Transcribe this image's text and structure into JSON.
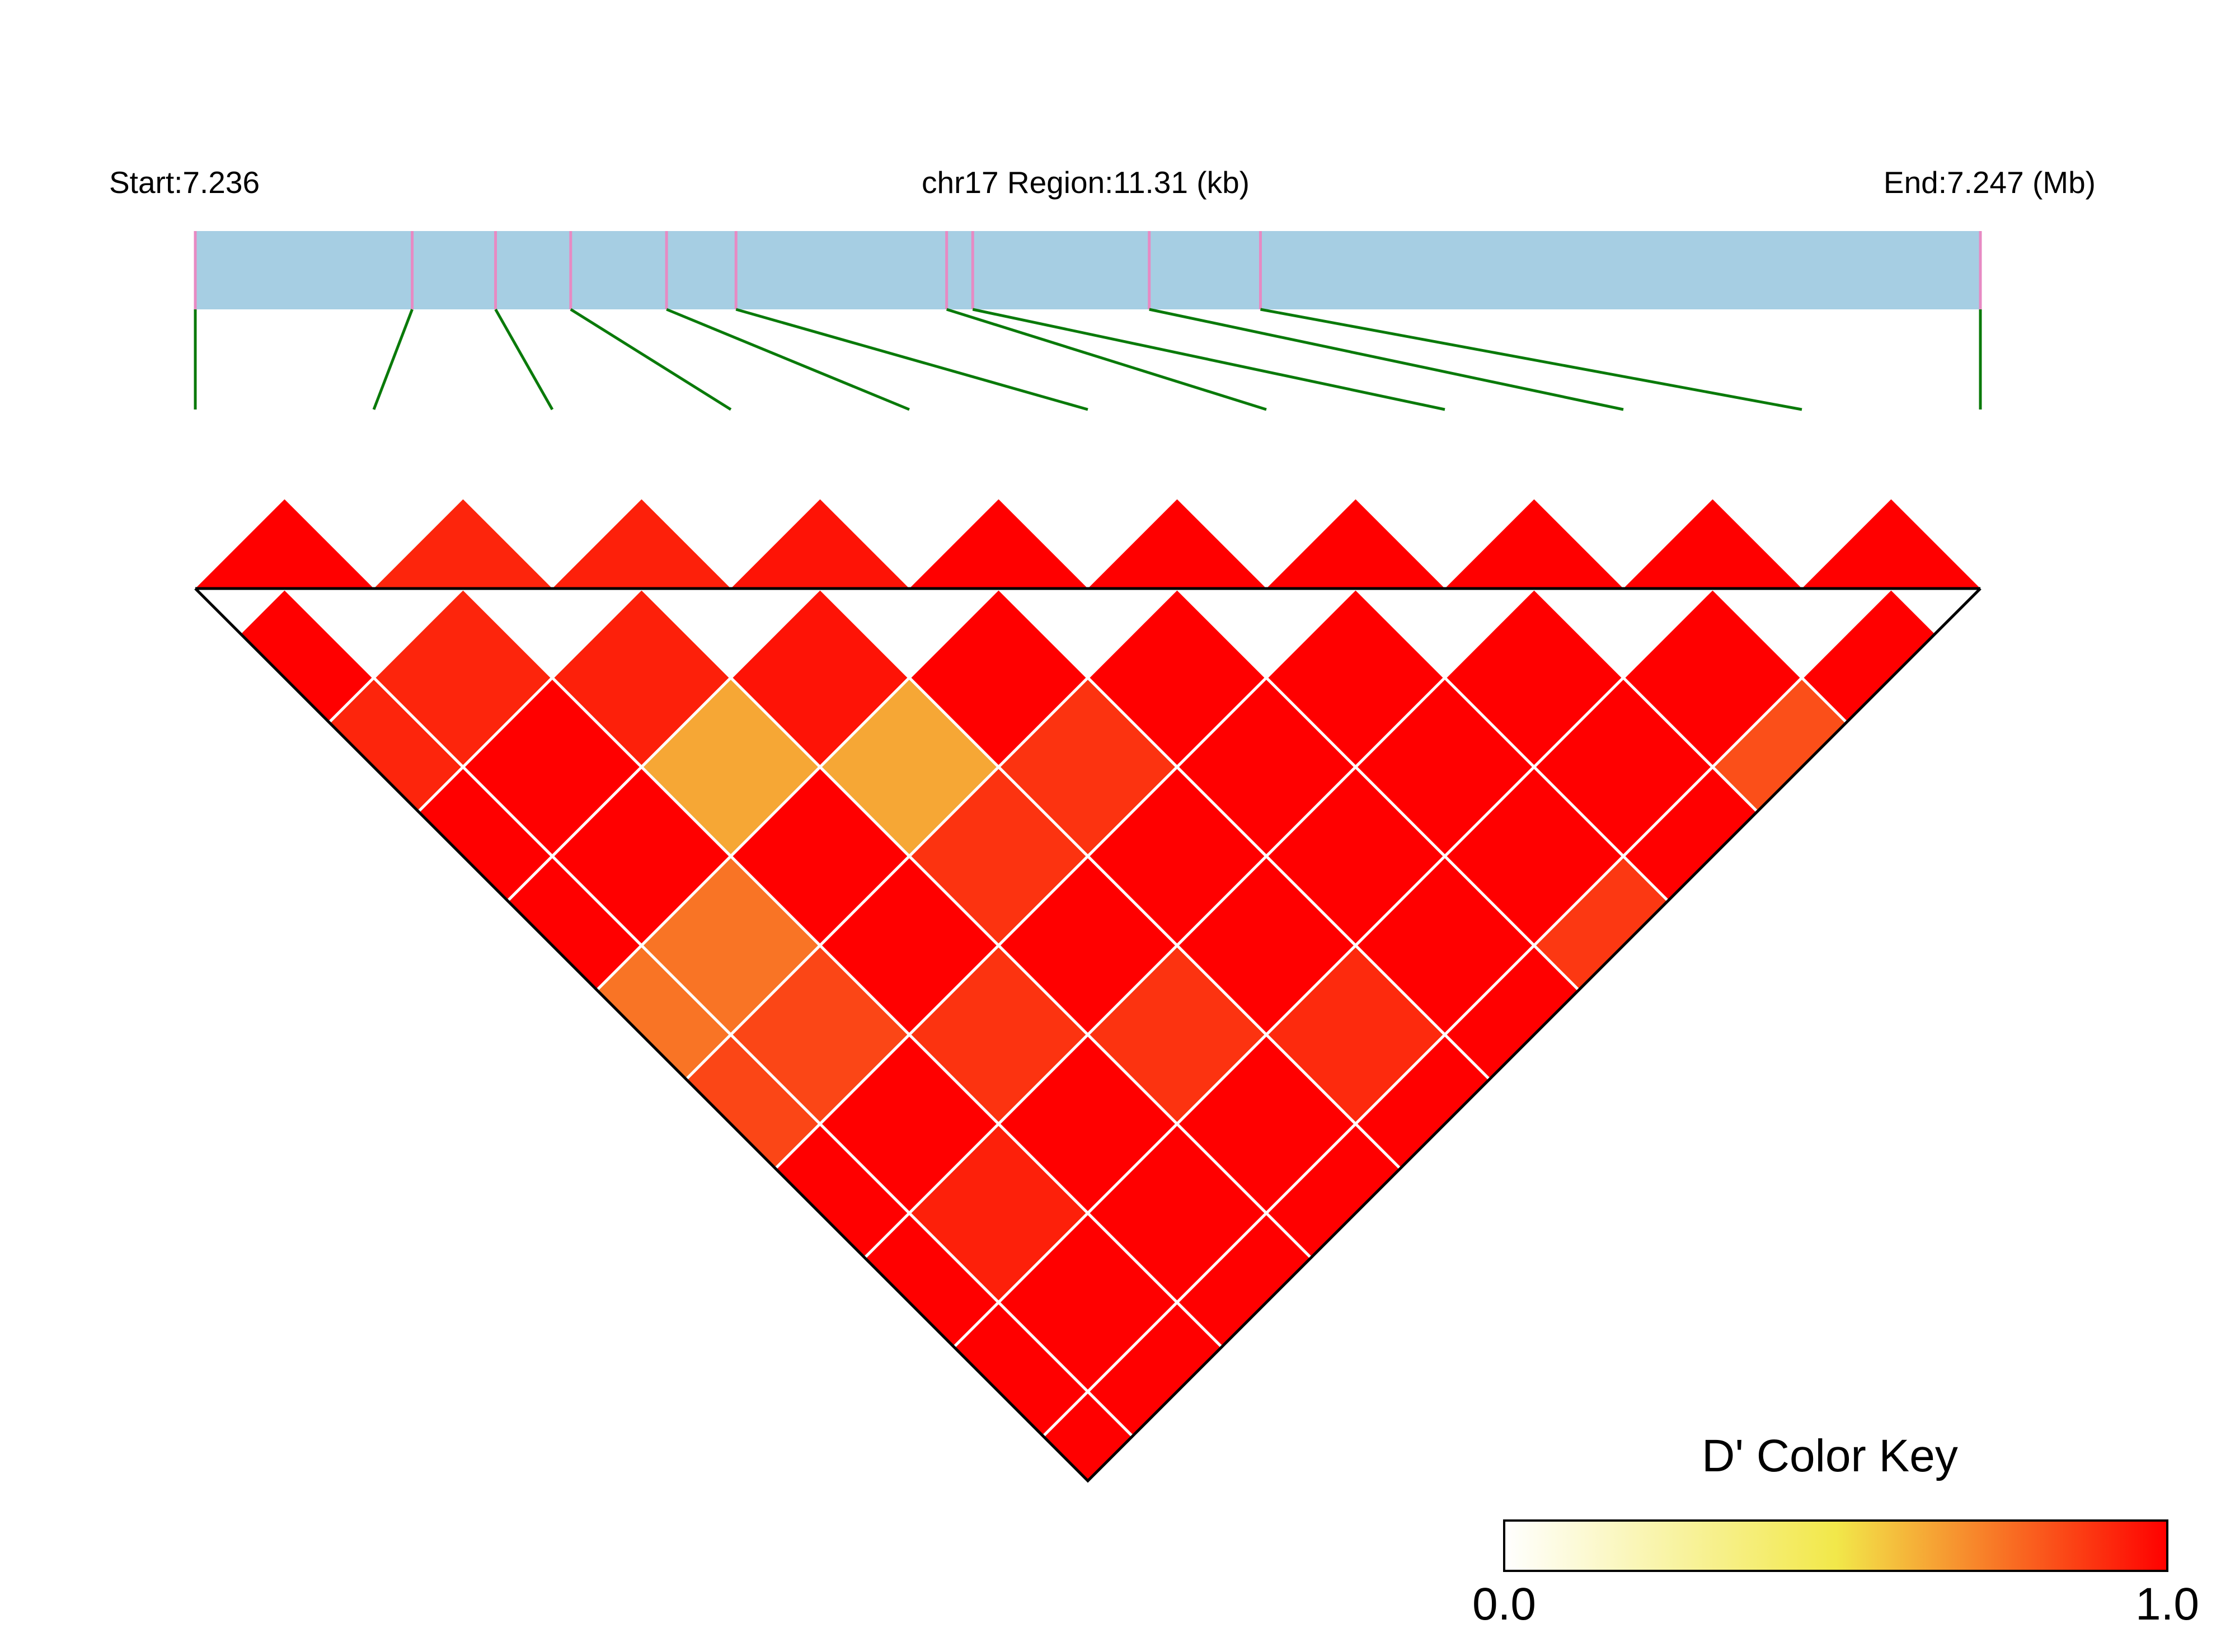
{
  "header": {
    "start_label": "Start:7.236",
    "region_label": "chr17 Region:11.31 (kb)",
    "end_label": "End:7.247 (Mb)"
  },
  "colors": {
    "region_bar": "#a6cee3",
    "snp_tick": "#e78ac3",
    "connector": "#0a7a0a",
    "cell_border": "#ffffff",
    "outline": "#000000"
  },
  "color_key": {
    "title": "D' Color Key",
    "min_label": "0.0",
    "max_label": "1.0",
    "range": [
      0.0,
      1.0
    ],
    "stops": [
      "#ffffff",
      "#f2e84a",
      "#ff0000"
    ]
  },
  "chart_data": {
    "type": "heatmap",
    "description_of_values": "pairwise D' between consecutive SNP pairs, upper triangle",
    "region_start_mb": 7.236,
    "region_end_mb": 7.247,
    "snp_count": 11,
    "snp_relative_positions": [
      0.0,
      0.1215,
      0.1682,
      0.2103,
      0.264,
      0.3029,
      0.4209,
      0.4355,
      0.5344,
      0.5967,
      1.0
    ],
    "legend_label": "D' Color Key",
    "d_prime": [
      [
        null,
        1.0,
        0.92,
        1.0,
        1.0,
        0.75,
        0.85,
        1.0,
        1.0,
        1.0,
        1.0
      ],
      [
        null,
        null,
        0.92,
        1.0,
        1.0,
        0.75,
        0.85,
        1.0,
        0.93,
        1.0,
        1.0
      ],
      [
        null,
        null,
        null,
        0.93,
        0.64,
        1.0,
        1.0,
        0.89,
        1.0,
        1.0,
        1.0
      ],
      [
        null,
        null,
        null,
        null,
        0.96,
        0.64,
        0.89,
        1.0,
        0.89,
        1.0,
        1.0
      ],
      [
        null,
        null,
        null,
        null,
        null,
        1.0,
        0.89,
        1.0,
        1.0,
        0.91,
        1.0
      ],
      [
        null,
        null,
        null,
        null,
        null,
        null,
        1.0,
        1.0,
        1.0,
        1.0,
        1.0
      ],
      [
        null,
        null,
        null,
        null,
        null,
        null,
        null,
        1.0,
        1.0,
        1.0,
        0.88
      ],
      [
        null,
        null,
        null,
        null,
        null,
        null,
        null,
        null,
        1.0,
        1.0,
        1.0
      ],
      [
        null,
        null,
        null,
        null,
        null,
        null,
        null,
        null,
        null,
        1.0,
        0.83
      ],
      [
        null,
        null,
        null,
        null,
        null,
        null,
        null,
        null,
        null,
        null,
        1.0
      ],
      [
        null,
        null,
        null,
        null,
        null,
        null,
        null,
        null,
        null,
        null,
        null
      ]
    ]
  }
}
